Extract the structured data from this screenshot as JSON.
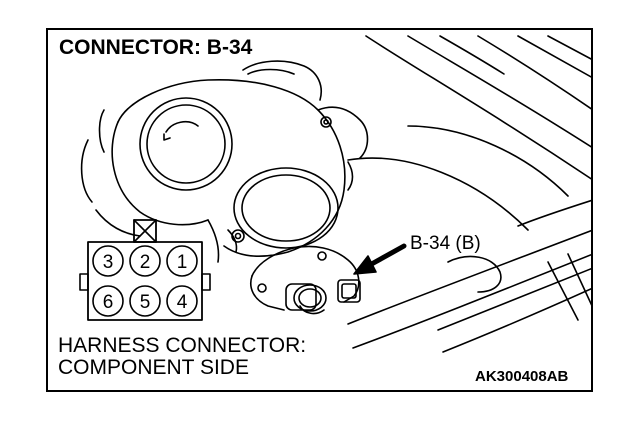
{
  "title": "CONNECTOR: B-34",
  "callout_label": "B-34 (B)",
  "caption": {
    "line1": "HARNESS CONNECTOR:",
    "line2": "COMPONENT SIDE"
  },
  "figure_code": "AK300408AB",
  "connector_pins": {
    "top_row": [
      "3",
      "2",
      "1"
    ],
    "bottom_row": [
      "6",
      "5",
      "4"
    ]
  }
}
